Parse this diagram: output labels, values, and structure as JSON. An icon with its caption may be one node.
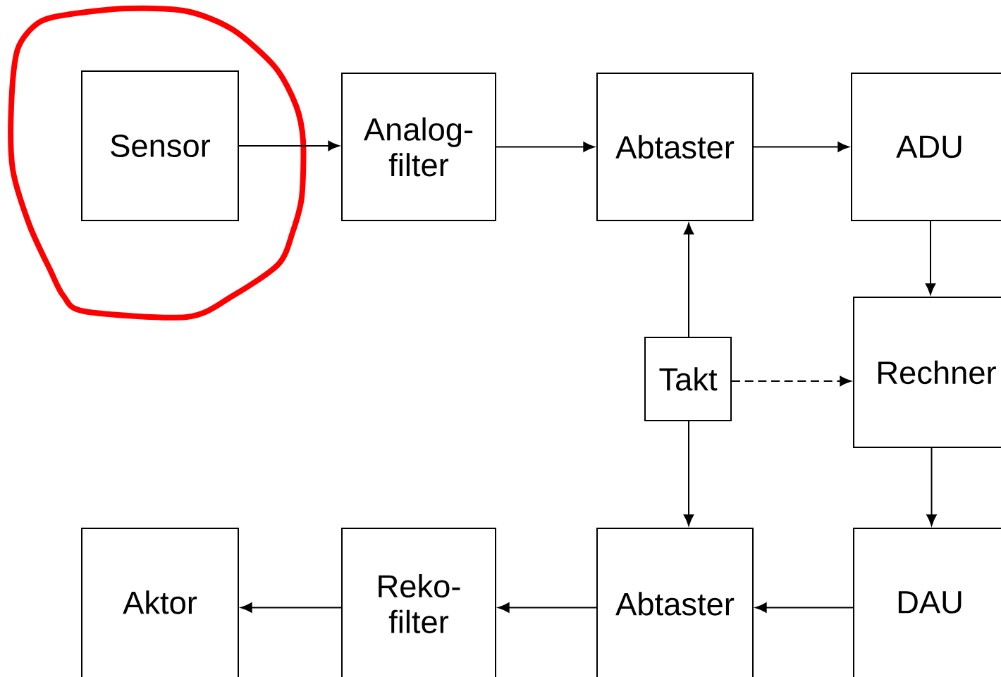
{
  "diagram": {
    "nodes": [
      {
        "text": [
          "Sensor"
        ]
      },
      {
        "text": [
          "Analog- filter"
        ]
      },
      {
        "text": [
          "Abtaster"
        ]
      },
      {
        "text": [
          "ADU"
        ]
      },
      {
        "text": [
          "Takt"
        ]
      },
      {
        "text": [
          "Rechner"
        ]
      },
      {
        "text": [
          "Aktor"
        ]
      },
      {
        "text": [
          "Reko- filter"
        ]
      },
      {
        "text": [
          "Abtaster"
        ]
      },
      {
        "text": [
          "DAU"
        ]
      }
    ],
    "edges": [
      {
        "from": 0,
        "to": 1,
        "arrow": "to"
      },
      {
        "from": 1,
        "to": 2,
        "arrow": "to"
      },
      {
        "from": 2,
        "to": 3,
        "arrow": "to"
      },
      {
        "from": 3,
        "to": 5,
        "arrow": "to"
      },
      {
        "from": 4,
        "to": 2,
        "arrow": "to"
      },
      {
        "from": 4,
        "to": 5,
        "arrow": "to",
        "style": "dashed"
      },
      {
        "from": 4,
        "to": 8,
        "arrow": "to"
      },
      {
        "from": 5,
        "to": 9,
        "arrow": "to"
      },
      {
        "from": 9,
        "to": 8,
        "arrow": "to"
      },
      {
        "from": 8,
        "to": 7,
        "arrow": "to"
      },
      {
        "from": 7,
        "to": 6,
        "arrow": "to"
      }
    ]
  }
}
